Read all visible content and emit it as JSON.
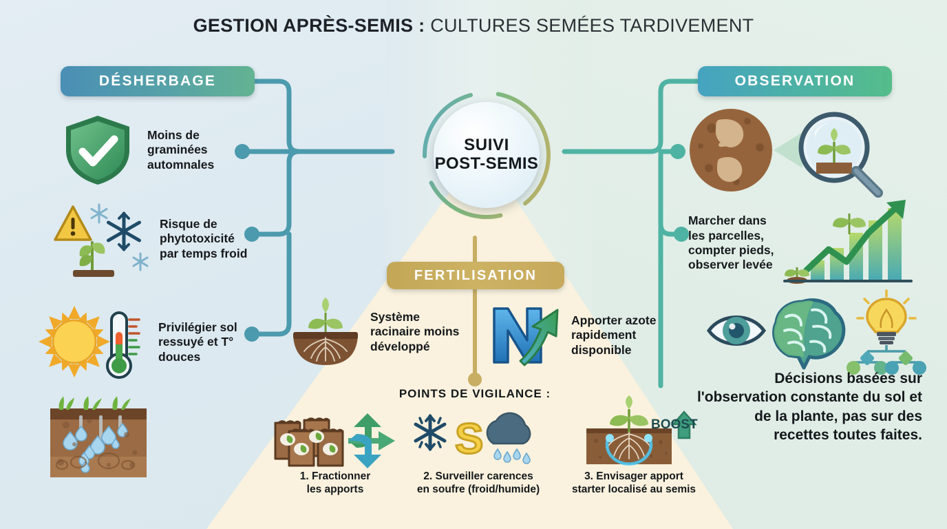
{
  "title": {
    "bold": "GESTION APRÈS-SEMIS :",
    "normal": "CULTURES SEMÉES TARDIVEMENT"
  },
  "hub": {
    "line1": "SUIVI",
    "line2": "POST-SEMIS"
  },
  "sections": {
    "left": {
      "header": "DÉSHERBAGE",
      "items": [
        {
          "icon": "shield-check-icon",
          "text": "Moins de\ngraminées\nautomnales"
        },
        {
          "icon": "frost-warning-plant-icon",
          "text": "Risque de\nphytotoxicité\npar temps froid"
        },
        {
          "icon": "sun-thermometer-icon",
          "text": "Privilégier sol\nressuyé et T°\ndouces"
        },
        {
          "icon": "soil-infiltration-icon",
          "text": ""
        }
      ]
    },
    "center": {
      "header": "FERTILISATION",
      "items": [
        {
          "icon": "seedling-roots-icon",
          "text": "Système\nracinaire moins\ndéveloppé"
        },
        {
          "icon": "nitrogen-arrow-icon",
          "text": "Apporter azote\nrapidement\ndisponible"
        }
      ],
      "vigilance_title": "POINTS DE VIGILANCE :",
      "vigilance": [
        {
          "icon": "fertilizer-bags-split-icon",
          "caption": "1. Fractionner\nles apports"
        },
        {
          "icon": "sulfur-cold-rain-icon",
          "caption": "2. Surveiller carences\nen soufre (froid/humide)"
        },
        {
          "icon": "starter-boost-roots-icon",
          "caption": "3. Envisager apport\nstarter localisé au semis",
          "badge": "BOOST"
        }
      ]
    },
    "right": {
      "header": "OBSERVATION",
      "items": [
        {
          "icon": "footprint-magnifier-icon",
          "text": ""
        },
        {
          "icon": "growth-chart-icon",
          "text": "Marcher dans\nles parcelles,\ncompter pieds,\nobserver levée"
        },
        {
          "icon": "eye-brain-decision-icon",
          "text": ""
        }
      ],
      "conclusion": "Décisions basées sur l'observation constante du sol et de la plante, pas sur des recettes toutes faites."
    }
  },
  "colors": {
    "bg_left": "#dfeaf0",
    "bg_right": "#e2eee7",
    "triangle": "#f7eed6",
    "pill_blue": "#4a8fb5",
    "pill_green": "#63b392",
    "pill_gold": "#c7a95c",
    "wire_left": "#4b9aad",
    "wire_right": "#4fb3a3",
    "wire_gold": "#c8ae63",
    "text_dark": "#14181b"
  }
}
